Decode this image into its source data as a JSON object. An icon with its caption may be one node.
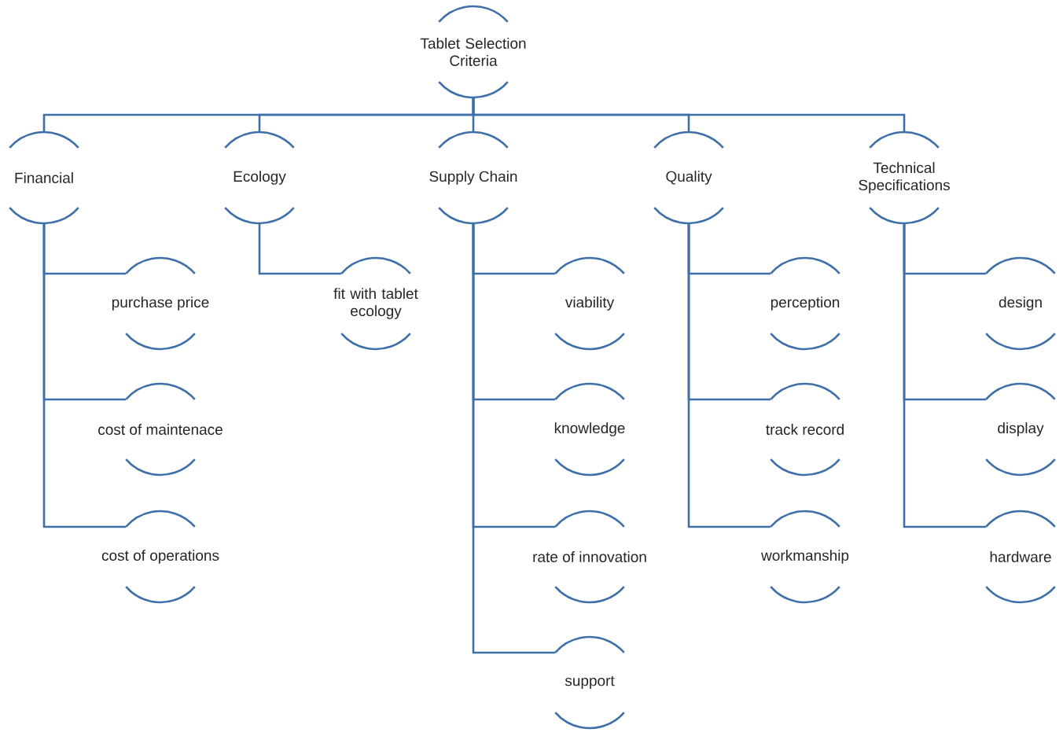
{
  "diagram": {
    "nodes": [
      {
        "text": [
          "Tablet Selection Criteria"
        ]
      },
      {
        "text": [
          "Financial"
        ]
      },
      {
        "text": [
          "purchase price"
        ]
      },
      {
        "text": [
          "cost of maintenace"
        ]
      },
      {
        "text": [
          "cost of operations"
        ]
      },
      {
        "text": [
          "Ecology"
        ]
      },
      {
        "text": [
          "fit with tablet ecology"
        ]
      },
      {
        "text": [
          "Supply Chain"
        ]
      },
      {
        "text": [
          "viability"
        ]
      },
      {
        "text": [
          "knowledge"
        ]
      },
      {
        "text": [
          "rate of innovation"
        ]
      },
      {
        "text": [
          "support"
        ]
      },
      {
        "text": [
          "Quality"
        ]
      },
      {
        "text": [
          "perception"
        ]
      },
      {
        "text": [
          "track record"
        ]
      },
      {
        "text": [
          "workmanship"
        ]
      },
      {
        "text": [
          "Technical Specifications"
        ]
      },
      {
        "text": [
          "design"
        ]
      },
      {
        "text": [
          "display"
        ]
      },
      {
        "text": [
          "hardware"
        ]
      }
    ],
    "edges": [
      {
        "from": 0,
        "to": 1,
        "arrow": "none"
      },
      {
        "from": 0,
        "to": 5,
        "arrow": "none"
      },
      {
        "from": 0,
        "to": 7,
        "arrow": "none"
      },
      {
        "from": 0,
        "to": 12,
        "arrow": "none"
      },
      {
        "from": 0,
        "to": 16,
        "arrow": "none"
      },
      {
        "from": 1,
        "to": 2,
        "arrow": "none"
      },
      {
        "from": 1,
        "to": 3,
        "arrow": "none"
      },
      {
        "from": 1,
        "to": 4,
        "arrow": "none"
      },
      {
        "from": 5,
        "to": 6,
        "arrow": "none"
      },
      {
        "from": 7,
        "to": 8,
        "arrow": "none"
      },
      {
        "from": 7,
        "to": 9,
        "arrow": "none"
      },
      {
        "from": 7,
        "to": 10,
        "arrow": "none"
      },
      {
        "from": 7,
        "to": 11,
        "arrow": "none"
      },
      {
        "from": 12,
        "to": 13,
        "arrow": "none"
      },
      {
        "from": 12,
        "to": 14,
        "arrow": "none"
      },
      {
        "from": 12,
        "to": 15,
        "arrow": "none"
      },
      {
        "from": 16,
        "to": 17,
        "arrow": "none"
      },
      {
        "from": 16,
        "to": 18,
        "arrow": "none"
      },
      {
        "from": 16,
        "to": 19,
        "arrow": "none"
      }
    ]
  }
}
